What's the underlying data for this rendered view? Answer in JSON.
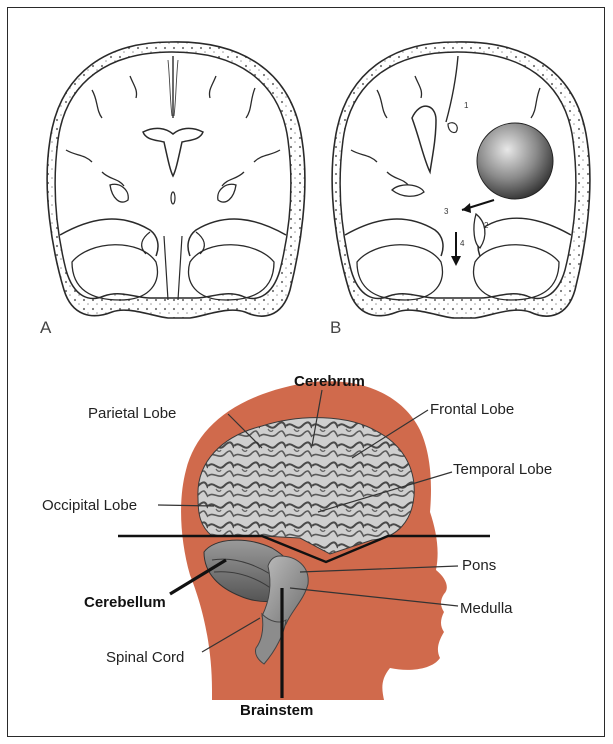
{
  "panel_a": {
    "letter": "A"
  },
  "panel_b": {
    "letter": "B",
    "markers": [
      "1",
      "2",
      "3",
      "4"
    ]
  },
  "head_diagram": {
    "labels": {
      "cerebrum": "Cerebrum",
      "parietal_lobe": "Parietal Lobe",
      "frontal_lobe": "Frontal Lobe",
      "temporal_lobe": "Temporal Lobe",
      "occipital_lobe": "Occipital Lobe",
      "pons": "Pons",
      "cerebellum": "Cerebellum",
      "medulla": "Medulla",
      "spinal_cord": "Spinal Cord",
      "brainstem": "Brainstem"
    }
  },
  "colors": {
    "head": "#d06a4c",
    "brain": "#c9c9c9",
    "outline": "#2a2a2a"
  }
}
